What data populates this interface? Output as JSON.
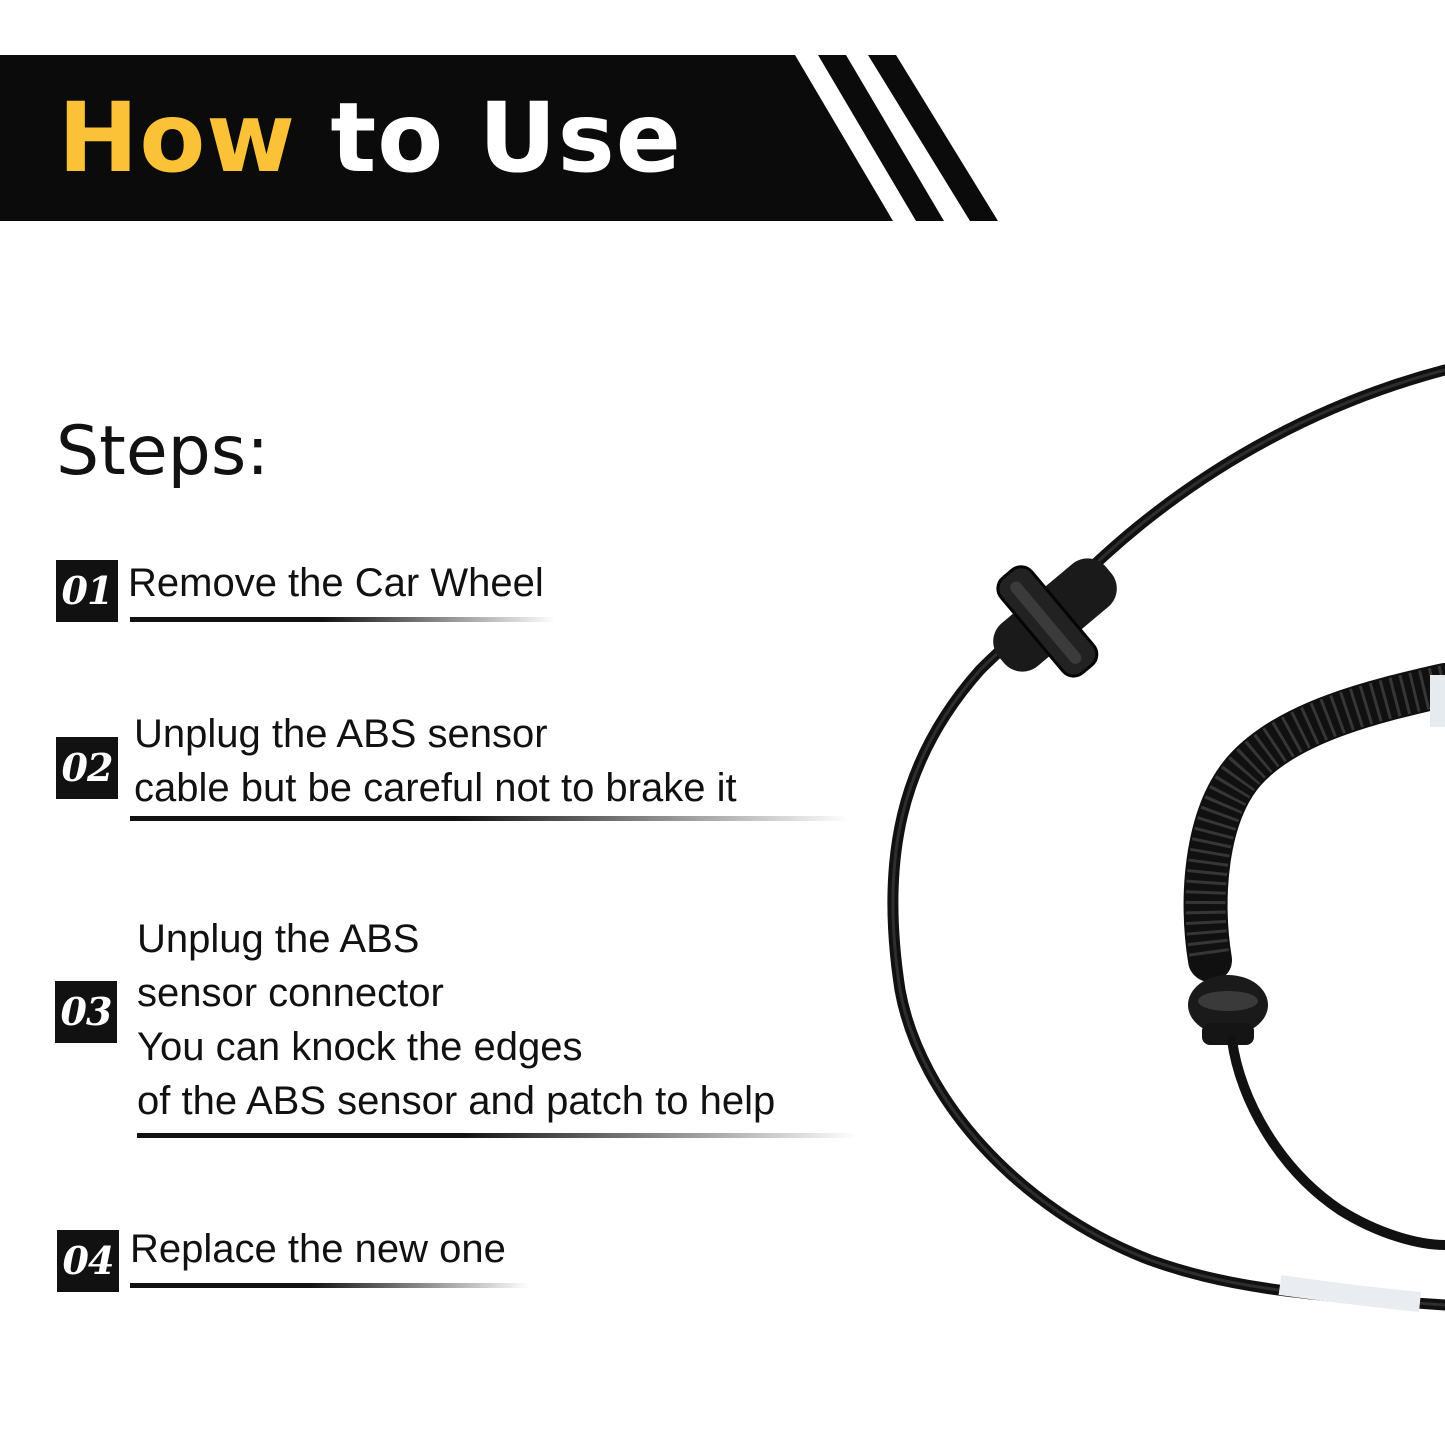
{
  "header": {
    "title_highlight": "How",
    "title_rest": " to Use",
    "highlight_color": "#fcc237",
    "bar_color": "#0b0b0b"
  },
  "steps_heading": "Steps:",
  "steps": [
    {
      "number": "01",
      "lines": [
        "Remove the Car Wheel"
      ]
    },
    {
      "number": "02",
      "lines": [
        "Unplug the ABS sensor",
        "cable but be careful not to brake it"
      ]
    },
    {
      "number": "03",
      "lines": [
        "Unplug the ABS",
        "sensor connector",
        "You can knock the edges",
        "of the ABS sensor and patch to help"
      ]
    },
    {
      "number": "04",
      "lines": [
        "Replace the new one"
      ]
    }
  ]
}
